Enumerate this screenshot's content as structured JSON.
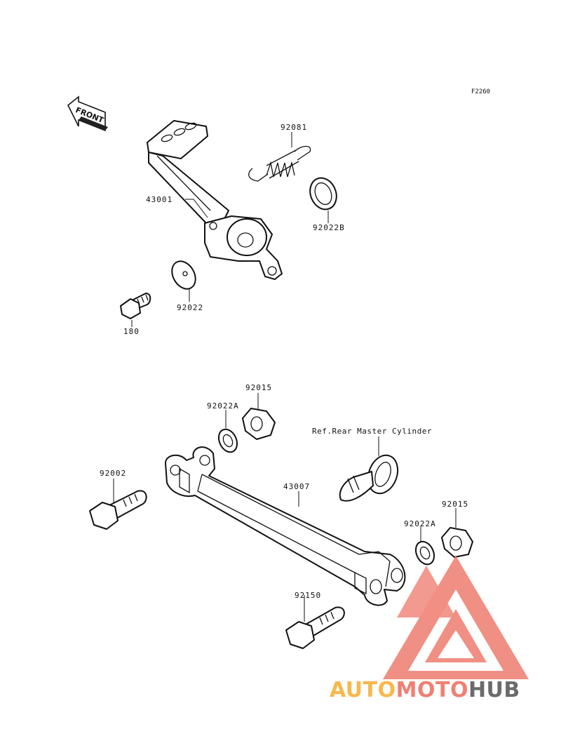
{
  "diagram_code": "F2260",
  "front_marker": "FRONT",
  "labels": {
    "pedal": "43001",
    "spring": "92081",
    "washer_top": "92022B",
    "washer_pedal": "92022",
    "bolt_small": "180",
    "nut_top": "92015",
    "washer_rod_top": "92022A",
    "rod": "43007",
    "bolt_left": "92002",
    "ref_cylinder": "Ref.Rear Master Cylinder",
    "nut_right": "92015",
    "washer_rod_right": "92022A",
    "bolt_bottom": "92150"
  },
  "watermark": {
    "part1": "AUTO",
    "part2": "MOTO",
    "part3": "HUB",
    "color1": "#f7b84c",
    "color2": "#ef8072",
    "color3": "#6b6b6b"
  }
}
